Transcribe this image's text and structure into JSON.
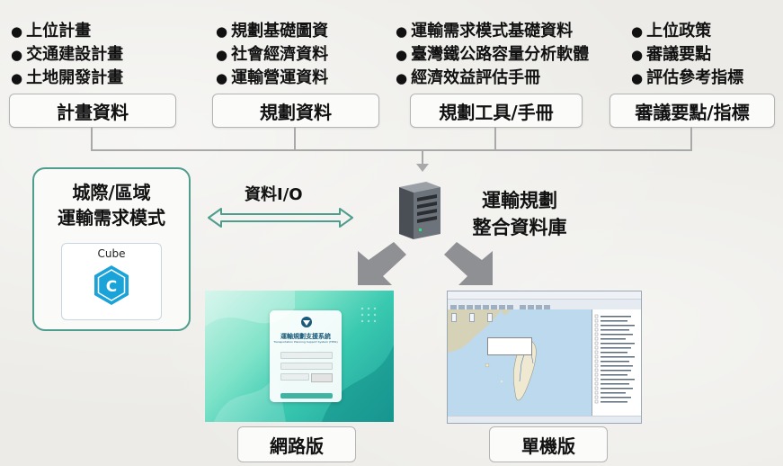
{
  "categories": [
    {
      "label": "計畫資料",
      "items": [
        "上位計畫",
        "交通建設計畫",
        "土地開發計畫"
      ]
    },
    {
      "label": "規劃資料",
      "items": [
        "規劃基礎圖資",
        "社會經濟資料",
        "運輸營運資料"
      ]
    },
    {
      "label": "規劃工具/手冊",
      "items": [
        "運輸需求模式基礎資料",
        "臺灣鐵公路容量分析軟體",
        "經濟效益評估手冊"
      ]
    },
    {
      "label": "審議要點/指標",
      "items": [
        "上位政策",
        "審議要點",
        "評估參考指標"
      ]
    }
  ],
  "model": {
    "title_line1": "城際/區域",
    "title_line2": "運輸需求模式",
    "software_label": "Cube",
    "software_letter": "C"
  },
  "io_label": "資料I/O",
  "database": {
    "line1": "運輸規劃",
    "line2": "整合資料庫"
  },
  "web_version": {
    "label": "網路版",
    "login_title": "運輸規劃支援系統",
    "login_subtitle": "Transportation Planning Support System (TPSS)"
  },
  "desktop_version": {
    "label": "單機版"
  },
  "colors": {
    "connector": "#a9a9a9",
    "io_arrow": "#4e9d8d",
    "model_border": "#4e9d8d",
    "cube_blue": "#1aa3d9",
    "down_arrow": "#8f9093"
  }
}
